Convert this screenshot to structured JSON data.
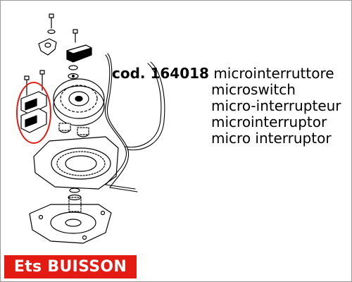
{
  "part": {
    "code_label": "cod. 164018",
    "names": {
      "it": "microinterruttore",
      "en": "microswitch",
      "fr": "micro-interrupteur",
      "es": "microinterruptor",
      "pt": "micro interruptor"
    }
  },
  "brand": {
    "name": "Ets BUISSON",
    "color": "#e41b13"
  },
  "highlight": {
    "color": "#e41b13"
  },
  "icons": {
    "exploded_view": "gearmotor-exploded-diagram"
  }
}
